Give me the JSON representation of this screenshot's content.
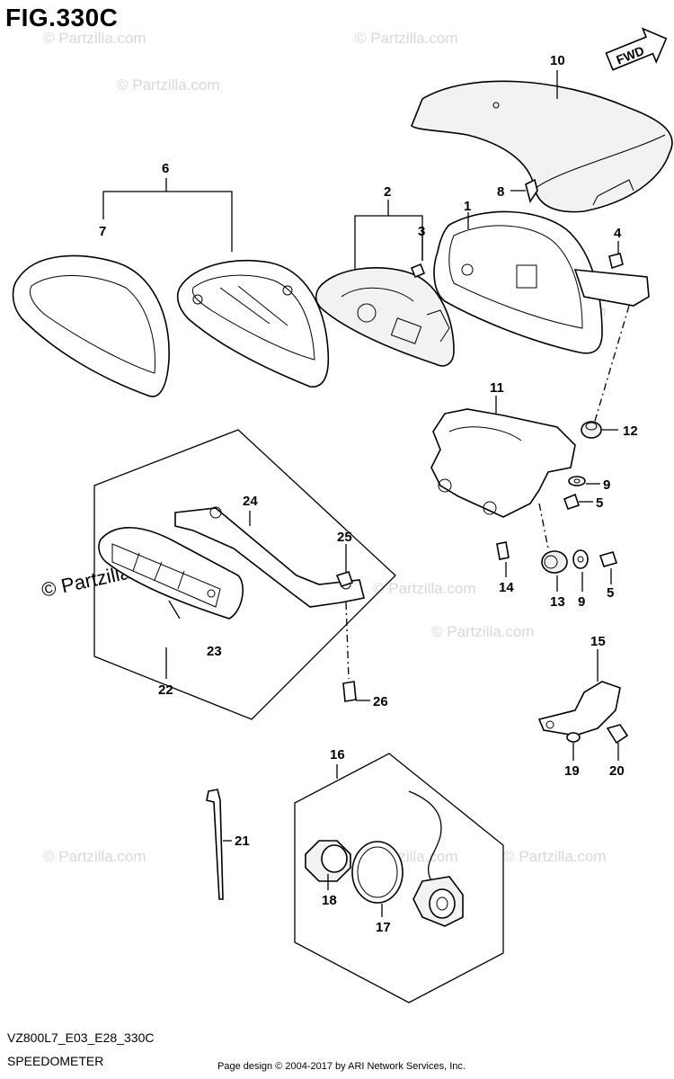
{
  "figure_title": "FIG.330C",
  "fwd_label": "FWD",
  "model_code": "VZ800L7_E03_E28_330C",
  "section_name": "SPEEDOMETER",
  "footer_credit": "Page design © 2004-2017 by ARI Network Services, Inc.",
  "watermark": "© Partzilla.com",
  "callouts": [
    "10",
    "8",
    "6",
    "7",
    "2",
    "3",
    "1",
    "4",
    "11",
    "12",
    "9",
    "5",
    "24",
    "25",
    "14",
    "13",
    "9",
    "5",
    "23",
    "22",
    "26",
    "15",
    "19",
    "20",
    "16",
    "21",
    "18",
    "17"
  ]
}
